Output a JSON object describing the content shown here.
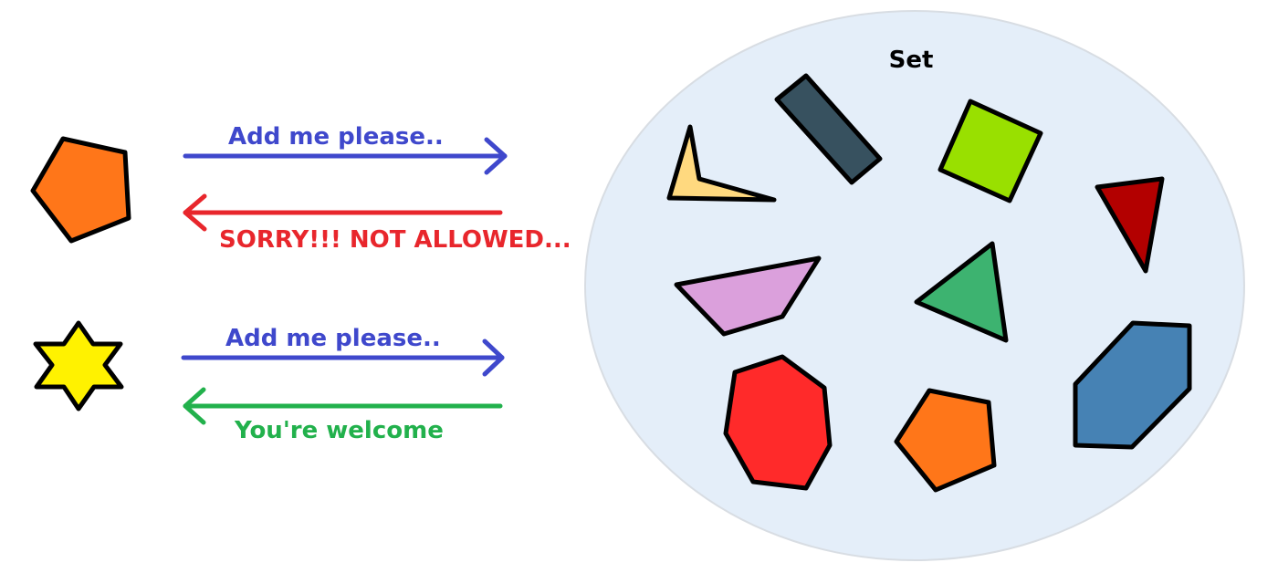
{
  "set": {
    "title": "Set",
    "fill": "#e4eef9"
  },
  "requests": [
    {
      "shape": "pentagon",
      "request_label": "Add me please..",
      "response_label": "SORRY!!! NOT ALLOWED...",
      "request_color": "#3f48cc",
      "response_color": "#e8262c"
    },
    {
      "shape": "six-pointed-star",
      "request_label": "Add me please..",
      "response_label": "You're welcome",
      "request_color": "#3f48cc",
      "response_color": "#22b14c"
    }
  ],
  "colors": {
    "pentagon": "#ff7619",
    "star": "#fff200",
    "dark_rectangle": "#37515f",
    "green_square": "#99e000",
    "dark_red_triangle": "#b30000",
    "yellow_concave_shape": "#ffd97f",
    "pink_trapezoid": "#dba0dc",
    "green_triangle": "#3db370",
    "red_octagon": "#ff2a2a",
    "orange_pentagon": "#ff7619",
    "blue_hexagon": "#4682b4"
  }
}
